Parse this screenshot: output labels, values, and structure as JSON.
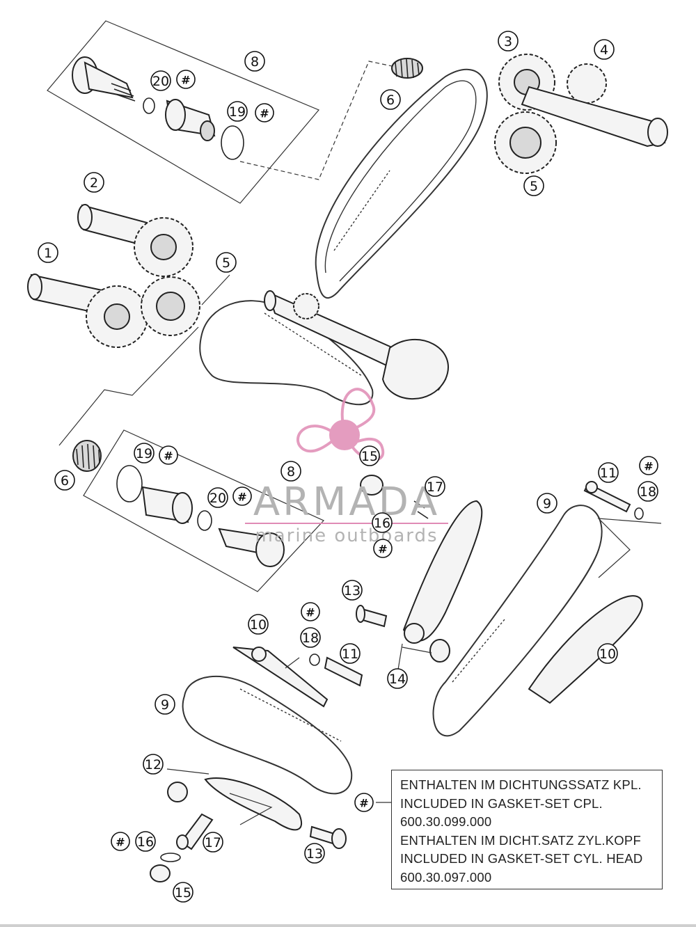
{
  "callouts": [
    {
      "label": "8"
    },
    {
      "label": "20"
    },
    {
      "label": "#"
    },
    {
      "label": "19"
    },
    {
      "label": "#"
    },
    {
      "label": "6"
    },
    {
      "label": "3"
    },
    {
      "label": "4"
    },
    {
      "label": "5"
    },
    {
      "label": "2"
    },
    {
      "label": "1"
    },
    {
      "label": "5"
    },
    {
      "label": "6"
    },
    {
      "label": "19"
    },
    {
      "label": "#"
    },
    {
      "label": "8"
    },
    {
      "label": "20"
    },
    {
      "label": "#"
    },
    {
      "label": "15"
    },
    {
      "label": "17"
    },
    {
      "label": "16"
    },
    {
      "label": "#"
    },
    {
      "label": "#"
    },
    {
      "label": "11"
    },
    {
      "label": "18"
    },
    {
      "label": "9"
    },
    {
      "label": "13"
    },
    {
      "label": "#"
    },
    {
      "label": "10"
    },
    {
      "label": "18"
    },
    {
      "label": "11"
    },
    {
      "label": "14"
    },
    {
      "label": "10"
    },
    {
      "label": "9"
    },
    {
      "label": "12"
    },
    {
      "label": "#"
    },
    {
      "label": "#"
    },
    {
      "label": "16"
    },
    {
      "label": "17"
    },
    {
      "label": "13"
    },
    {
      "label": "15"
    }
  ],
  "legend": {
    "marker": "#",
    "lines": [
      "ENTHALTEN IM DICHTUNGSSATZ KPL.",
      "INCLUDED IN GASKET-SET CPL.",
      "600.30.099.000",
      "ENTHALTEN IM DICHT.SATZ ZYL.KOPF",
      "INCLUDED IN GASKET-SET CYL. HEAD",
      "600.30.097.000"
    ]
  },
  "watermark": {
    "brand": "ARMADA",
    "tagline": "marine outboards",
    "brand_color": "#b3b3b3",
    "accent_color": "#e08bb5"
  }
}
